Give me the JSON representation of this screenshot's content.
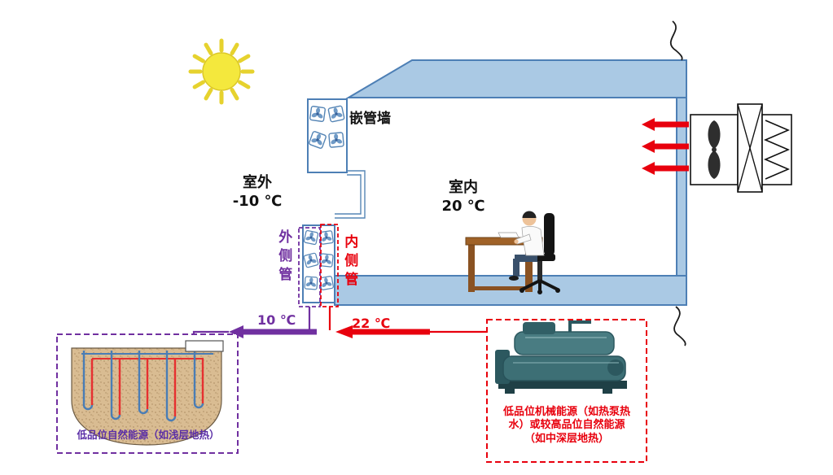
{
  "labels": {
    "embedded_pipe_wall": "嵌管墙",
    "outdoor": {
      "line1": "室外",
      "line2": "-10 ℃"
    },
    "indoor": {
      "line1": "室内",
      "line2": "20 ℃"
    },
    "outer_pipe": "外侧管",
    "inner_pipe": "内侧管",
    "outer_loop_temp": "10 ℃",
    "inner_loop_temp": "22 ℃",
    "ground_source_caption": "低品位自然能源（如浅层地热）",
    "machine_caption": {
      "line1": "低品位机械能源（如热泵热",
      "line2": "水）或较高品位自然能源",
      "line3": "（如中深层地热）"
    }
  },
  "icons": {
    "sun": "sun-icon",
    "embedded_pipe_coil": "pipe-fan-icon",
    "ahu_fan": "fan-icon",
    "heat_exchanger": "heat-exchanger-icon",
    "heating_coil": "coil-icon",
    "chiller": "heat-pump-chiller-image",
    "ground_loop": "borehole-u-tube-icon"
  },
  "colors": {
    "structure_blue_stroke": "#4d7fb5",
    "structure_blue_fill": "#aac9e4",
    "outer_loop_purple": "#7030a0",
    "inner_loop_red": "#e8000d",
    "sun_yellow": "#f4e83d",
    "soil_tan": "#d9bc92"
  }
}
